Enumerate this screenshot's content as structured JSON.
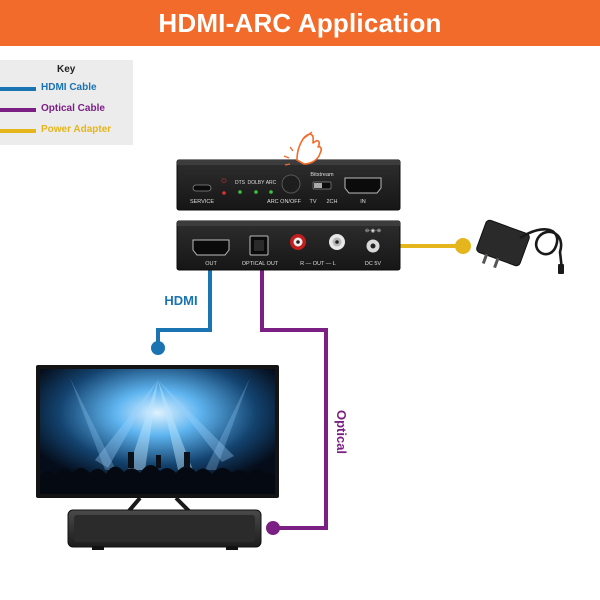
{
  "title": "HDMI-ARC Application",
  "key": {
    "title": "Key",
    "items": [
      {
        "label": "HDMI Cable",
        "color": "#1a74b2"
      },
      {
        "label": "Optical Cable",
        "color": "#7b1f84"
      },
      {
        "label": "Power Adapter",
        "color": "#e5b51c"
      }
    ]
  },
  "device_top": {
    "service": "SERVICE",
    "power_icon": "⏻",
    "led_labels": [
      "DTS",
      "DOLBY",
      "ARC"
    ],
    "arc_button": "ARC ON/OFF",
    "bitstream": "Bitstream",
    "switch_left": "TV",
    "switch_right": "2CH",
    "in": "IN"
  },
  "device_bottom": {
    "out": "OUT",
    "optical_out": "OPTICAL OUT",
    "rl": "R — OUT — L",
    "dc": "DC 5V"
  },
  "cables": {
    "hdmi_label": "HDMI",
    "optical_label": "Optical"
  }
}
